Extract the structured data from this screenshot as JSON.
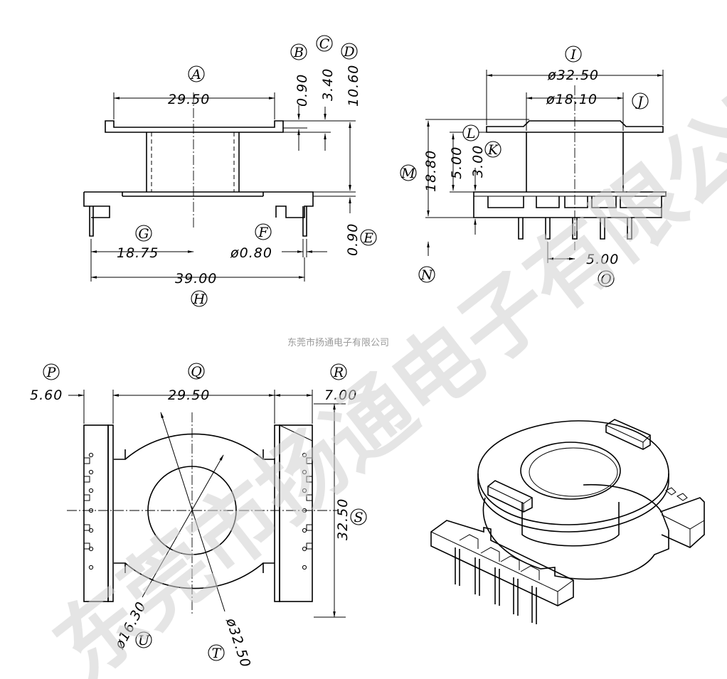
{
  "watermark": {
    "diagonal_text": "东莞市扬通电子有限公司",
    "center_text": "东莞市扬通电子有限公司"
  },
  "labels": [
    "A",
    "B",
    "C",
    "D",
    "E",
    "F",
    "G",
    "H",
    "I",
    "J",
    "K",
    "L",
    "M",
    "N",
    "O",
    "P",
    "Q",
    "R",
    "S",
    "T",
    "U"
  ],
  "dimensions": {
    "A": "29.50",
    "B": "0.90",
    "C": "3.40",
    "D": "10.60",
    "E": "0.90",
    "F": "ø0.80",
    "G": "18.75",
    "H": "39.00",
    "I": "ø32.50",
    "J": "ø18.10",
    "K": "3.00",
    "L": "5.00",
    "M": "18.80",
    "O": "5.00",
    "P": "5.60",
    "Q": "29.50",
    "R": "7.00",
    "S": "32.50",
    "T": "ø32.50",
    "U": "ø16.30"
  }
}
